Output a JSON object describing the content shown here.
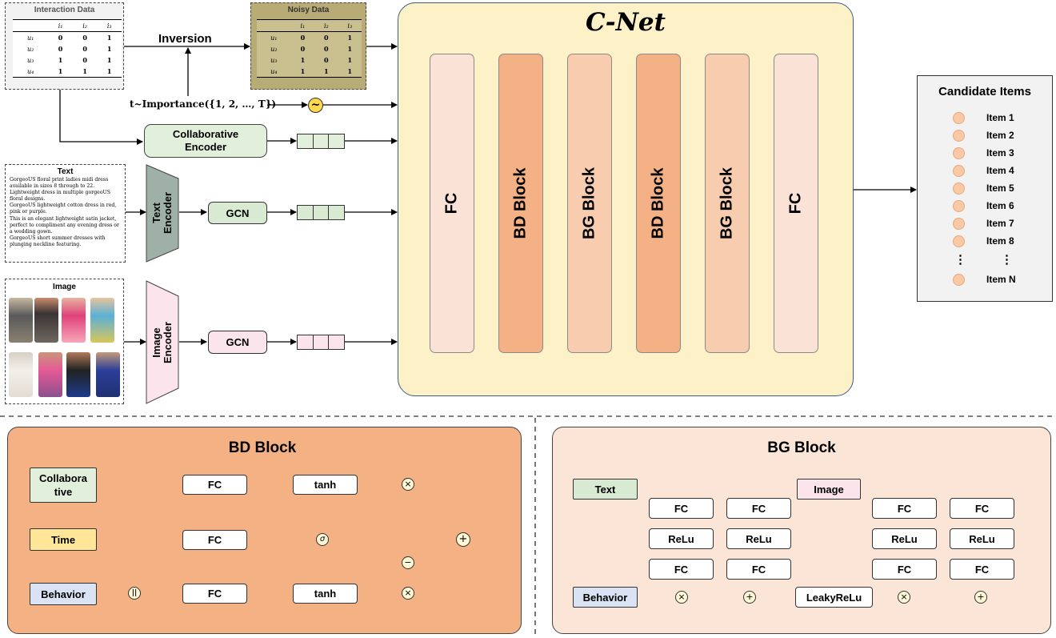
{
  "interaction_data": {
    "title": "Interaction Data",
    "columns": [
      "",
      "i₁",
      "i₂",
      "i₃"
    ],
    "rows": [
      [
        "u₁",
        "0",
        "0",
        "1"
      ],
      [
        "u₂",
        "0",
        "0",
        "1"
      ],
      [
        "u₃",
        "1",
        "0",
        "1"
      ],
      [
        "u₄",
        "1",
        "1",
        "1"
      ]
    ]
  },
  "noisy_data": {
    "title": "Noisy Data",
    "columns": [
      "",
      "i₁",
      "i₂",
      "i₃"
    ],
    "rows": [
      [
        "u₁",
        "0",
        "0",
        "1"
      ],
      [
        "u₂",
        "0",
        "0",
        "1"
      ],
      [
        "u₃",
        "1",
        "0",
        "1"
      ],
      [
        "u₄",
        "1",
        "1",
        "1"
      ]
    ]
  },
  "inversion_label": "Inversion",
  "time_sampling": "t~Importance({1, 2, …, T})",
  "noise_symbol": "~",
  "collab_encoder": "Collaborative Encoder",
  "text_panel": {
    "title": "Text",
    "body": "GorgeoUS floral print ladies midi dress available in sizes 8 through to 22.\nLightweight dress in multiple gorgeoUS floral designs.\nGorgeoUS lightweight cotton dress in red, pink or purple.\nThis is an elegant lightweight satin jacket, perfect to compliment any evening dress or a wedding gown.\nGorgeoUS short summer dresses with plunging neckline featuring."
  },
  "text_encoder": "Text Encoder",
  "image_panel": {
    "title": "Image"
  },
  "image_encoder": "Image Encoder",
  "gcn_label": "GCN",
  "cnet": {
    "title": "C-Net",
    "layers": [
      "FC",
      "BD Block",
      "BG Block",
      "BD Block",
      "BG Block",
      "FC"
    ]
  },
  "candidates": {
    "title": "Candidate Items",
    "items": [
      "Item 1",
      "Item 2",
      "Item 3",
      "Item 4",
      "Item 5",
      "Item 6",
      "Item 7",
      "Item 8"
    ],
    "ellipsis": "⋮",
    "last": "Item N"
  },
  "bd_block": {
    "title": "BD Block",
    "inputs": [
      "Collaborative",
      "Time",
      "Behavior"
    ],
    "fc": "FC",
    "tanh": "tanh",
    "sigma": "σ",
    "times": "×",
    "plus": "+",
    "minus": "−",
    "concat": "||"
  },
  "bg_block": {
    "title": "BG Block",
    "inputs": [
      "Text",
      "Image",
      "Behavior"
    ],
    "fc": "FC",
    "relu": "ReLu",
    "leaky": "LeakyReLu",
    "times": "×",
    "plus": "+"
  },
  "colors": {
    "cnet_bg": "#fdf1c8",
    "fc_col": "#fae3d6",
    "bd_col": "#f3b185",
    "bg_col": "#f8ccaf",
    "bd_panel": "#f4b183",
    "bg_panel": "#fbe5d6",
    "collab": "#e2efda",
    "time": "#ffe699",
    "behavior": "#dae3f3",
    "text": "#d9ead3",
    "image": "#fce4ec",
    "noisy": "#b8ab76",
    "interaction": "#f2f2f2"
  }
}
